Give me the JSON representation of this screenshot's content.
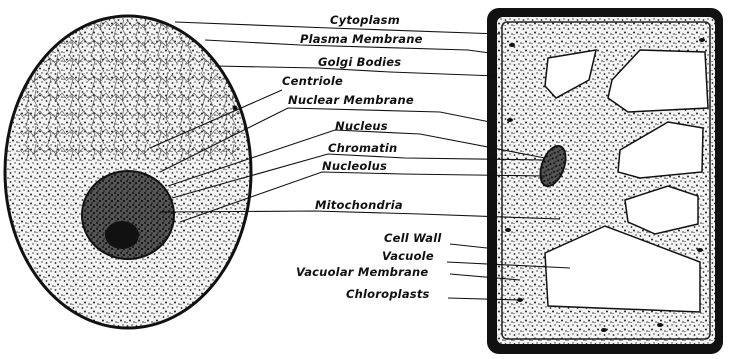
{
  "figure": {
    "cells": [
      {
        "id": "animal-cell"
      },
      {
        "id": "plant-cell"
      }
    ],
    "labels": [
      {
        "id": "cytoplasm",
        "text": "Cytoplasm"
      },
      {
        "id": "plasma-membrane",
        "text": "Plasma Membrane"
      },
      {
        "id": "golgi-bodies",
        "text": "Golgi Bodies"
      },
      {
        "id": "centriole",
        "text": "Centriole"
      },
      {
        "id": "nuclear-membrane",
        "text": "Nuclear Membrane"
      },
      {
        "id": "nucleus",
        "text": "Nucleus"
      },
      {
        "id": "chromatin",
        "text": "Chromatin"
      },
      {
        "id": "nucleolus",
        "text": "Nucleolus"
      },
      {
        "id": "mitochondria",
        "text": "Mitochondria"
      },
      {
        "id": "cell-wall",
        "text": "Cell Wall"
      },
      {
        "id": "vacuole",
        "text": "Vacuole"
      },
      {
        "id": "vacuolar-membrane",
        "text": "Vacuolar Membrane"
      },
      {
        "id": "chloroplasts",
        "text": "Chloroplasts"
      }
    ],
    "colors": {
      "ink": "#111111",
      "paper": "#ffffff",
      "stipple": "#2a2a2a"
    }
  }
}
